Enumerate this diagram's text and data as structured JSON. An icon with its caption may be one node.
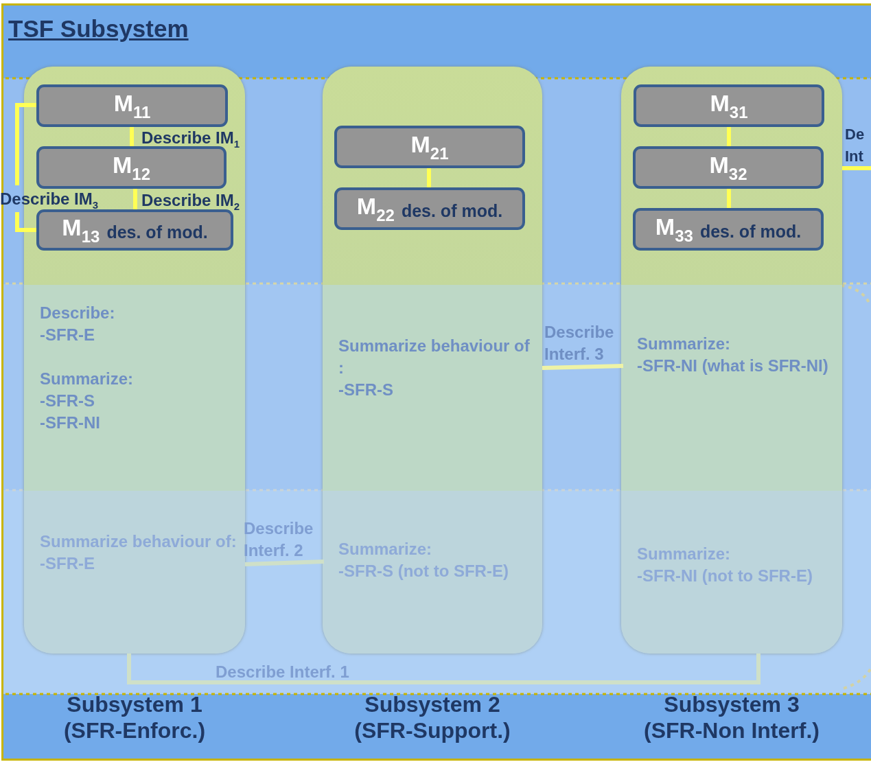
{
  "diagram": {
    "title": "TSF Subsystem",
    "nodes": [
      {
        "text": [
          "Describe: -SFR-E",
          "Summarize: -SFR-S -SFR-NI",
          "Summarize behaviour of: -SFR-E",
          "Subsystem 1 (SFR-Enforc.)"
        ]
      },
      {
        "text": [
          "M$_{11}$"
        ],
        "in": 0
      },
      {
        "text": [
          "M$_{12}$"
        ],
        "in": 0
      },
      {
        "text": [
          "M$_{13}$",
          "des. of mod."
        ],
        "in": 0
      },
      {
        "text": [
          "Summarize behaviour of : -SFR-S",
          "Summarize: -SFR-S (not to SFR-E)",
          "Subsystem 2 (SFR-Support.)"
        ]
      },
      {
        "text": [
          "M$_{21}$"
        ],
        "in": 4
      },
      {
        "text": [
          "M$_{22}$",
          "des. of mod."
        ],
        "in": 4
      },
      {
        "text": [
          "Summarize: -SFR-NI (what is SFR-NI)",
          "Summarize: -SFR-NI (not to SFR-E)",
          "Subsystem 3 (SFR-Non Interf.)"
        ]
      },
      {
        "text": [
          "M$_{31}$"
        ],
        "in": 7
      },
      {
        "text": [
          "M$_{32}$"
        ],
        "in": 7
      },
      {
        "text": [
          "M$_{33}$",
          "des. of mod."
        ],
        "in": 7
      }
    ],
    "edges": [
      {
        "from": 1,
        "to": 2,
        "arrow": "none",
        "label": "Describe IM$_{1}$"
      },
      {
        "from": 2,
        "to": 3,
        "arrow": "none",
        "label": "Describe IM$_{2}$"
      },
      {
        "from": 1,
        "to": 3,
        "arrow": "none",
        "label": "Describe IM$_{3}$"
      },
      {
        "from": 5,
        "to": 6,
        "arrow": "none"
      },
      {
        "from": 8,
        "to": 9,
        "arrow": "none"
      },
      {
        "from": 9,
        "to": 10,
        "arrow": "none"
      },
      {
        "from": 4,
        "to": 7,
        "arrow": "none",
        "label": "Describe Interf. 3",
        "color": "#eef3a6"
      },
      {
        "from": 0,
        "to": 4,
        "arrow": "none",
        "label": "Describe Interf. 2",
        "color": "#cfe0c8"
      },
      {
        "from": 0,
        "to": 7,
        "arrow": "none",
        "label": "Describe Interf. 1",
        "color": "#cfe0c8"
      },
      {
        "from": 7,
        "to": null,
        "arrow": "none",
        "label": "De Int"
      }
    ]
  }
}
